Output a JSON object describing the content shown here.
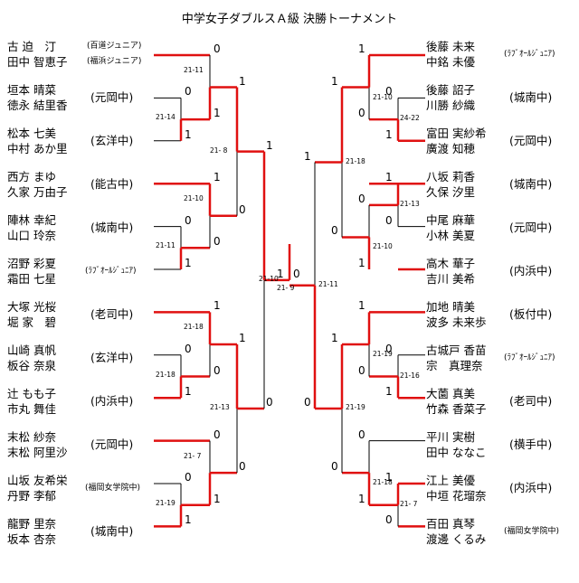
{
  "title": "中学女子ダブルスＡ級 決勝トーナメント",
  "colors": {
    "win": "#e01010",
    "lose": "#000000"
  },
  "left_entries": [
    {
      "p1": "古 迫　汀",
      "p2": "田中 智恵子",
      "team": "(百道ジュニア)",
      "team2": "(福浜ジュニア)"
    },
    {
      "p1": "垣本 晴菜",
      "p2": "徳永 結里香",
      "team": "(元岡中)"
    },
    {
      "p1": "松本 七美",
      "p2": "中村 あか里",
      "team": "(玄洋中)"
    },
    {
      "p1": "西方 まゆ",
      "p2": "久家 万由子",
      "team": "(能古中)"
    },
    {
      "p1": "陣林 幸紀",
      "p2": "山口 玲奈",
      "team": "(城南中)"
    },
    {
      "p1": "沼野 彩夏",
      "p2": "霜田 七星",
      "team": "(ﾗﾌﾞｵｰﾙｼﾞｭﾆｱ)"
    },
    {
      "p1": "大塚 光桜",
      "p2": "堀 家　碧",
      "team": "(老司中)"
    },
    {
      "p1": "山崎 真帆",
      "p2": "板谷 奈泉",
      "team": "(玄洋中)"
    },
    {
      "p1": "辻 もも子",
      "p2": "市丸 舞佳",
      "team": "(内浜中)"
    },
    {
      "p1": "末松 紗奈",
      "p2": "末松 阿里沙",
      "team": "(元岡中)"
    },
    {
      "p1": "山坂 友希栄",
      "p2": "丹野 李郁",
      "team": "(福岡女学院中)"
    },
    {
      "p1": "龍野 里奈",
      "p2": "坂本 杏奈",
      "team": "(城南中)"
    }
  ],
  "right_entries": [
    {
      "p1": "後藤 未来",
      "p2": "中銘 未優",
      "team": "(ﾗﾌﾞｵｰﾙｼﾞｭﾆｱ)"
    },
    {
      "p1": "後藤 詔子",
      "p2": "川勝 紗織",
      "team": "(城南中)"
    },
    {
      "p1": "富田 実紗希",
      "p2": "廣渡 知穂",
      "team": "(元岡中)"
    },
    {
      "p1": "八坂 莉香",
      "p2": "久保 汐里",
      "team": "(城南中)"
    },
    {
      "p1": "中尾 麻華",
      "p2": "小林 美夏",
      "team": "(元岡中)"
    },
    {
      "p1": "高木 華子",
      "p2": "吉川 美希",
      "team": "(内浜中)"
    },
    {
      "p1": "加地 晴美",
      "p2": "波多 未来歩",
      "team": "(板付中)"
    },
    {
      "p1": "古城戸 香苗",
      "p2": "宗　真理奈",
      "team": "(ﾗﾌﾞｵｰﾙｼﾞｭﾆｱ)"
    },
    {
      "p1": "大薗 真美",
      "p2": "竹森 香菜子",
      "team": "(老司中)"
    },
    {
      "p1": "平川 実樹",
      "p2": "田中 ななこ",
      "team": "(横手中)"
    },
    {
      "p1": "江上 美優",
      "p2": "中垣 花瑠奈",
      "team": "(内浜中)"
    },
    {
      "p1": "百田 真琴",
      "p2": "渡邊 くるみ",
      "team": "(福岡女学院中)"
    }
  ],
  "game_scores": {
    "L_r1_a": "21-14",
    "L_r1_b": "21-11",
    "L_r1_c": "21-18",
    "L_r1_d": "21-19",
    "L_r2_a": "21-11",
    "L_r2_b": "21-10",
    "L_r2_c": "21-18",
    "L_r2_d": "21- 7",
    "L_r3_a": "21- 8",
    "L_r3_b": "21-13",
    "L_semi": "21-10",
    "final": "21- 9",
    "R_r1_a": "24-22",
    "R_r1_b": "21-13",
    "R_r1_c": "21-16",
    "R_r1_d": "21- 7",
    "R_r2_a": "21-10",
    "R_r2_b": "21-10",
    "R_r2_c": "21-19",
    "R_r2_d": "21-18",
    "R_r3_a": "21-18",
    "R_r3_b": "21-19",
    "R_semi": "21-11"
  }
}
